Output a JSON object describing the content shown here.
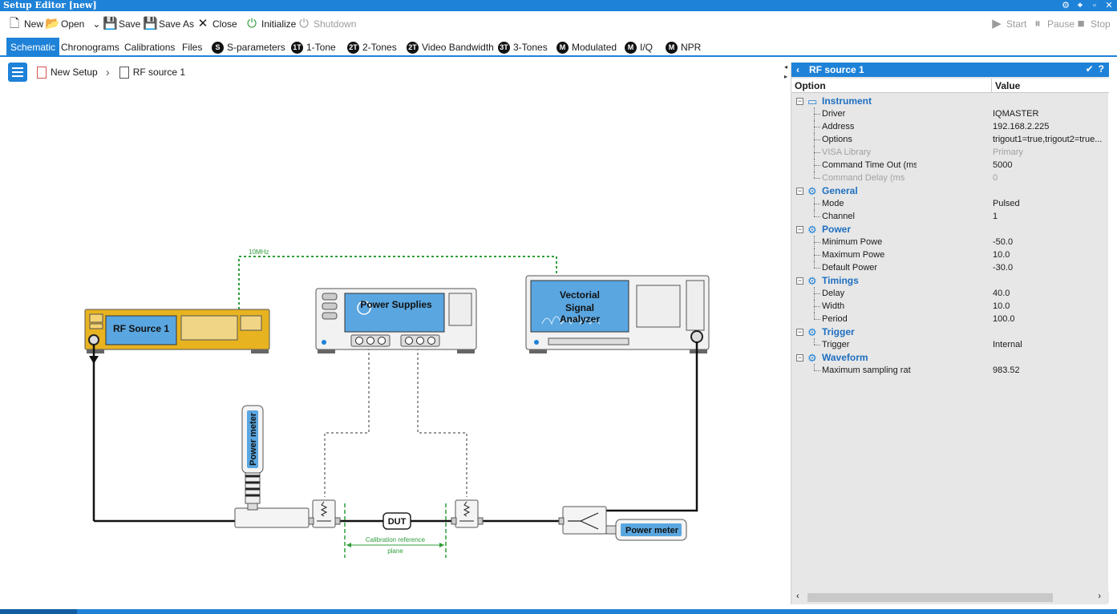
{
  "window": {
    "title": "Setup Editor [new]"
  },
  "toolbar": {
    "new": "New",
    "open": "Open",
    "save": "Save",
    "save_as": "Save As",
    "close": "Close",
    "initialize": "Initialize",
    "shutdown": "Shutdown",
    "start": "Start",
    "pause": "Pause",
    "stop": "Stop"
  },
  "tabs": [
    {
      "label": "Schematic",
      "badge": ""
    },
    {
      "label": "Chronograms",
      "badge": ""
    },
    {
      "label": "Calibrations",
      "badge": ""
    },
    {
      "label": "Files",
      "badge": ""
    },
    {
      "label": "S-parameters",
      "badge": "S"
    },
    {
      "label": "1-Tone",
      "badge": "1T"
    },
    {
      "label": "2-Tones",
      "badge": "2T"
    },
    {
      "label": "Video Bandwidth",
      "badge": "2T"
    },
    {
      "label": "3-Tones",
      "badge": "3T"
    },
    {
      "label": "Modulated",
      "badge": "M"
    },
    {
      "label": "I/Q",
      "badge": "M"
    },
    {
      "label": "NPR",
      "badge": "M"
    }
  ],
  "breadcrumb": {
    "setup": "New Setup",
    "current": "RF source 1"
  },
  "schematic": {
    "rf_source": "RF Source 1",
    "power_supplies": "Power Supplies",
    "vsa_line1": "Vectorial",
    "vsa_line2": "Signal",
    "vsa_line3": "Analyzer",
    "power_meter_vertical": "Power meter",
    "power_meter_right": "Power meter",
    "dut": "DUT",
    "ref_clock": "10MHz",
    "cal_plane_line1": "Calibration reference",
    "cal_plane_line2": "plane"
  },
  "panel": {
    "title": "RF source 1",
    "col_option": "Option",
    "col_value": "Value",
    "groups": [
      {
        "name": "Instrument",
        "icon": "instrument-icon",
        "rows": [
          {
            "option": "Driver",
            "value": "IQMASTER",
            "disabled": false
          },
          {
            "option": "Address",
            "value": "192.168.2.225",
            "disabled": false
          },
          {
            "option": "Options",
            "value": "trigout1=true,trigout2=true...",
            "disabled": false
          },
          {
            "option": "VISA Library",
            "value": "Primary",
            "disabled": true
          },
          {
            "option": "Command Time Out (ms",
            "value": "5000",
            "disabled": false
          },
          {
            "option": "Command Delay (ms",
            "value": "0",
            "disabled": true
          }
        ]
      },
      {
        "name": "General",
        "icon": "gear-icon",
        "rows": [
          {
            "option": "Mode",
            "value": "Pulsed",
            "disabled": false
          },
          {
            "option": "Channel",
            "value": "1",
            "disabled": false
          }
        ]
      },
      {
        "name": "Power",
        "icon": "gear-icon",
        "rows": [
          {
            "option": "Minimum Powe",
            "value": "-50.0",
            "disabled": false
          },
          {
            "option": "Maximum Powe",
            "value": "10.0",
            "disabled": false
          },
          {
            "option": "Default Power",
            "value": "-30.0",
            "disabled": false
          }
        ]
      },
      {
        "name": "Timings",
        "icon": "gear-icon",
        "rows": [
          {
            "option": "Delay",
            "value": "40.0",
            "disabled": false
          },
          {
            "option": "Width",
            "value": "10.0",
            "disabled": false
          },
          {
            "option": "Period",
            "value": "100.0",
            "disabled": false
          }
        ]
      },
      {
        "name": "Trigger",
        "icon": "gear-icon",
        "rows": [
          {
            "option": "Trigger",
            "value": "Internal",
            "disabled": false
          }
        ]
      },
      {
        "name": "Waveform",
        "icon": "gear-icon",
        "rows": [
          {
            "option": "Maximum sampling rat",
            "value": "983.52",
            "disabled": false
          }
        ]
      }
    ]
  },
  "colors": {
    "accent": "#1e82d8",
    "instrument_gold": "#e8b320",
    "screen_blue": "#5aa6e0",
    "green_wire": "#2e9d3a"
  }
}
